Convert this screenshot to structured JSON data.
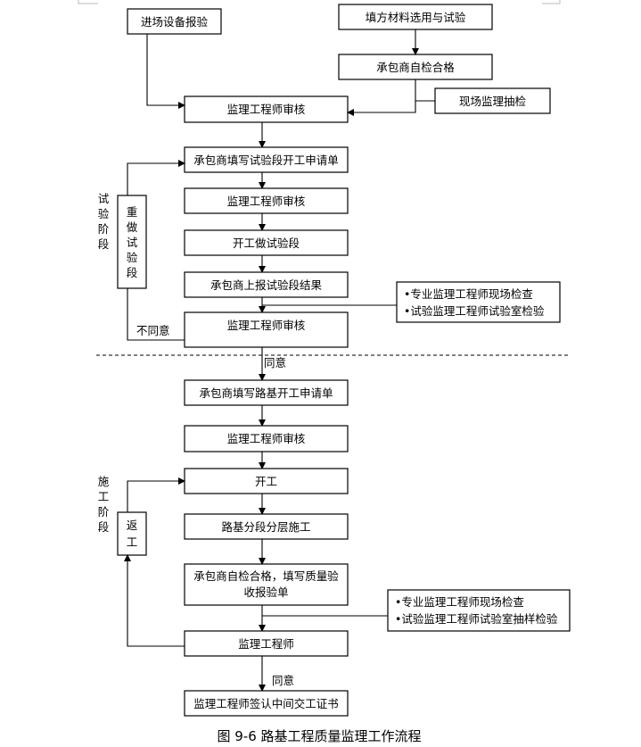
{
  "boxes": {
    "equip_report": "进场设备报验",
    "fill_material": "填方材料选用与试验",
    "contractor_self_check_1": "承包商自检合格",
    "site_spot_check": "现场监理抽检",
    "engineer_review_1": "监理工程师审核",
    "trial_start_request": "承包商填写试验段开工申请单",
    "engineer_review_2": "监理工程师审核",
    "start_trial_section": "开工做试验段",
    "report_trial_result": "承包商上报试验段结果",
    "trial_checks_line1": "•专业监理工程师现场检查",
    "trial_checks_line2": "•试验监理工程师试验室检验",
    "engineer_review_3": "监理工程师审核",
    "redo_trial": [
      "重",
      "做",
      "试",
      "验",
      "段"
    ],
    "subgrade_start_request": "承包商填写路基开工申请单",
    "engineer_review_4": "监理工程师审核",
    "start_work": "开工",
    "layered_construction": "路基分段分层施工",
    "self_check_line1": "承包商自检合格，填写质量验",
    "self_check_line2": "收报验单",
    "construction_checks_line1": "•专业监理工程师现场检查",
    "construction_checks_line2": "•试验监理工程师试验室抽样检验",
    "supervising_engineer": "监理工程师",
    "rework": [
      "返",
      "工"
    ],
    "sign_certificate": "监理工程师签认中间交工证书"
  },
  "labels": {
    "trial_phase": [
      "试",
      "验",
      "阶",
      "段"
    ],
    "construction_phase": [
      "施",
      "工",
      "阶",
      "段"
    ],
    "disagree": "不同意",
    "agree_1": "同意",
    "agree_2": "同意"
  },
  "caption": "图 9-6 路基工程质量监理工作流程"
}
